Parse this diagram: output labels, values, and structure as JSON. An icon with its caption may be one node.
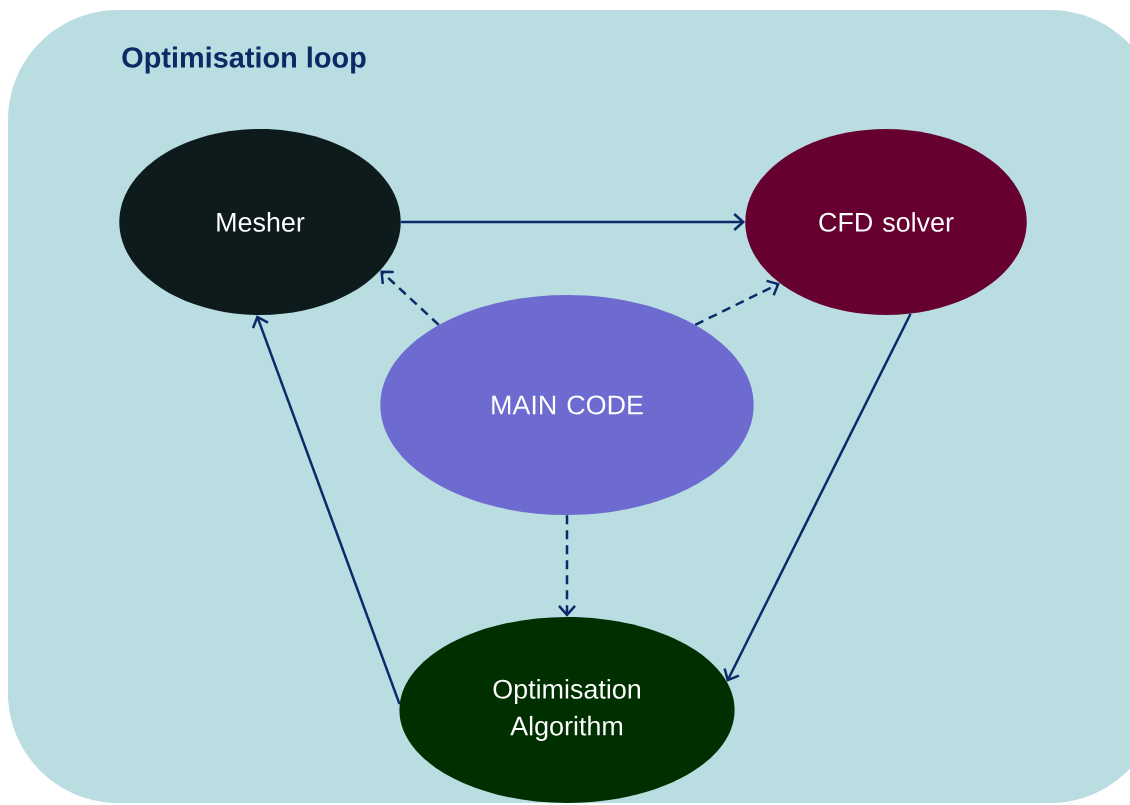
{
  "diagram": {
    "nodes": [
      {
        "text": [
          "Optimisation loop"
        ]
      },
      {
        "text": [
          "Mesher"
        ],
        "in": 0
      },
      {
        "text": [
          "CFD solver"
        ],
        "in": 0
      },
      {
        "text": [
          "MAIN CODE"
        ],
        "in": 0
      },
      {
        "text": [
          "Optimisation Algorithm"
        ],
        "in": 0
      }
    ],
    "edges": [
      {
        "from": 1,
        "to": 2,
        "arrow": "to"
      },
      {
        "from": 3,
        "to": 1,
        "arrow": "to",
        "style": "dashed"
      },
      {
        "from": 3,
        "to": 2,
        "arrow": "to",
        "style": "dashed"
      },
      {
        "from": 3,
        "to": 4,
        "arrow": "to",
        "style": "dashed"
      },
      {
        "from": 2,
        "to": 4,
        "arrow": "to"
      },
      {
        "from": 4,
        "to": 1,
        "arrow": "to"
      }
    ]
  }
}
